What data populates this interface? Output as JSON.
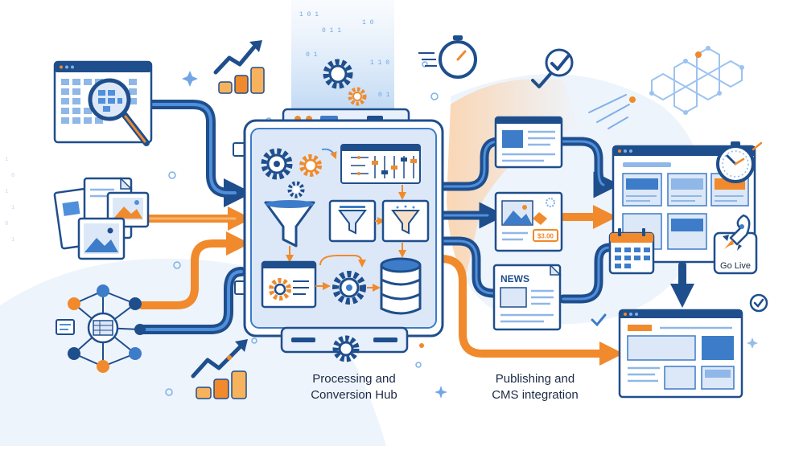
{
  "hub_caption": {
    "line1": "Processing and",
    "line2": "Conversion Hub"
  },
  "publish_caption": {
    "line1": "Publishing and",
    "line2": "CMS integration"
  },
  "news_label": "NEWS",
  "price_tag": "$3.00",
  "go_live_label": "Go Live",
  "colors": {
    "navy": "#1f4e8c",
    "blue": "#3d7cc9",
    "light_blue": "#dce8f7",
    "orange": "#f08a2c",
    "background_tint": "#eef4fb"
  }
}
